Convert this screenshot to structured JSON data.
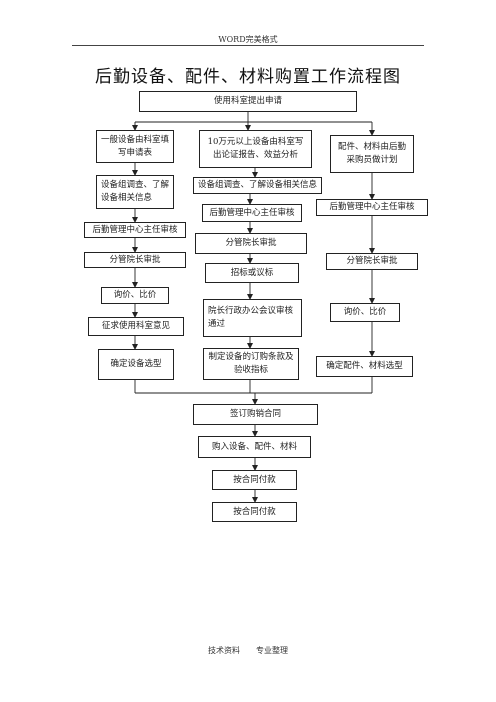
{
  "header": {
    "text": "WORD完美格式"
  },
  "title": "后勤设备、配件、材料购置工作流程图",
  "footer": {
    "text": "技术资料　　专业整理"
  },
  "boxes": {
    "apply": "使用科室提出申请",
    "col1_fill": "一般设备由科室填写申请表",
    "col1_research": "设备组调查、了解设备相关信息",
    "col1_director": "后勤管理中心主任审核",
    "col1_vp": "分管院长审批",
    "col1_inquiry": "询价、比价",
    "col1_opinion": "征求使用科室意见",
    "col1_select": "确定设备选型",
    "col2_report": "10万元以上设备由科室写出论证报告、效益分析",
    "col2_research": "设备组调查、了解设备相关信息",
    "col2_director": "后勤管理中心主任审核",
    "col2_vp": "分管院长审批",
    "col2_bid": "招标或议标",
    "col2_meeting": "院长行政办公会议审核通过",
    "col2_terms": "制定设备的订购条款及验收指标",
    "col3_plan": "配件、材料由后勤采购员做计划",
    "col3_director": "后勤管理中心主任审核",
    "col3_vp": "分管院长审批",
    "col3_inquiry": "询价、比价",
    "col3_select": "确定配件、材料选型",
    "contract": "签订购销合同",
    "purchase": "购入设备、配件、材料",
    "pay1": "按合同付款",
    "pay2": "按合同付款"
  }
}
